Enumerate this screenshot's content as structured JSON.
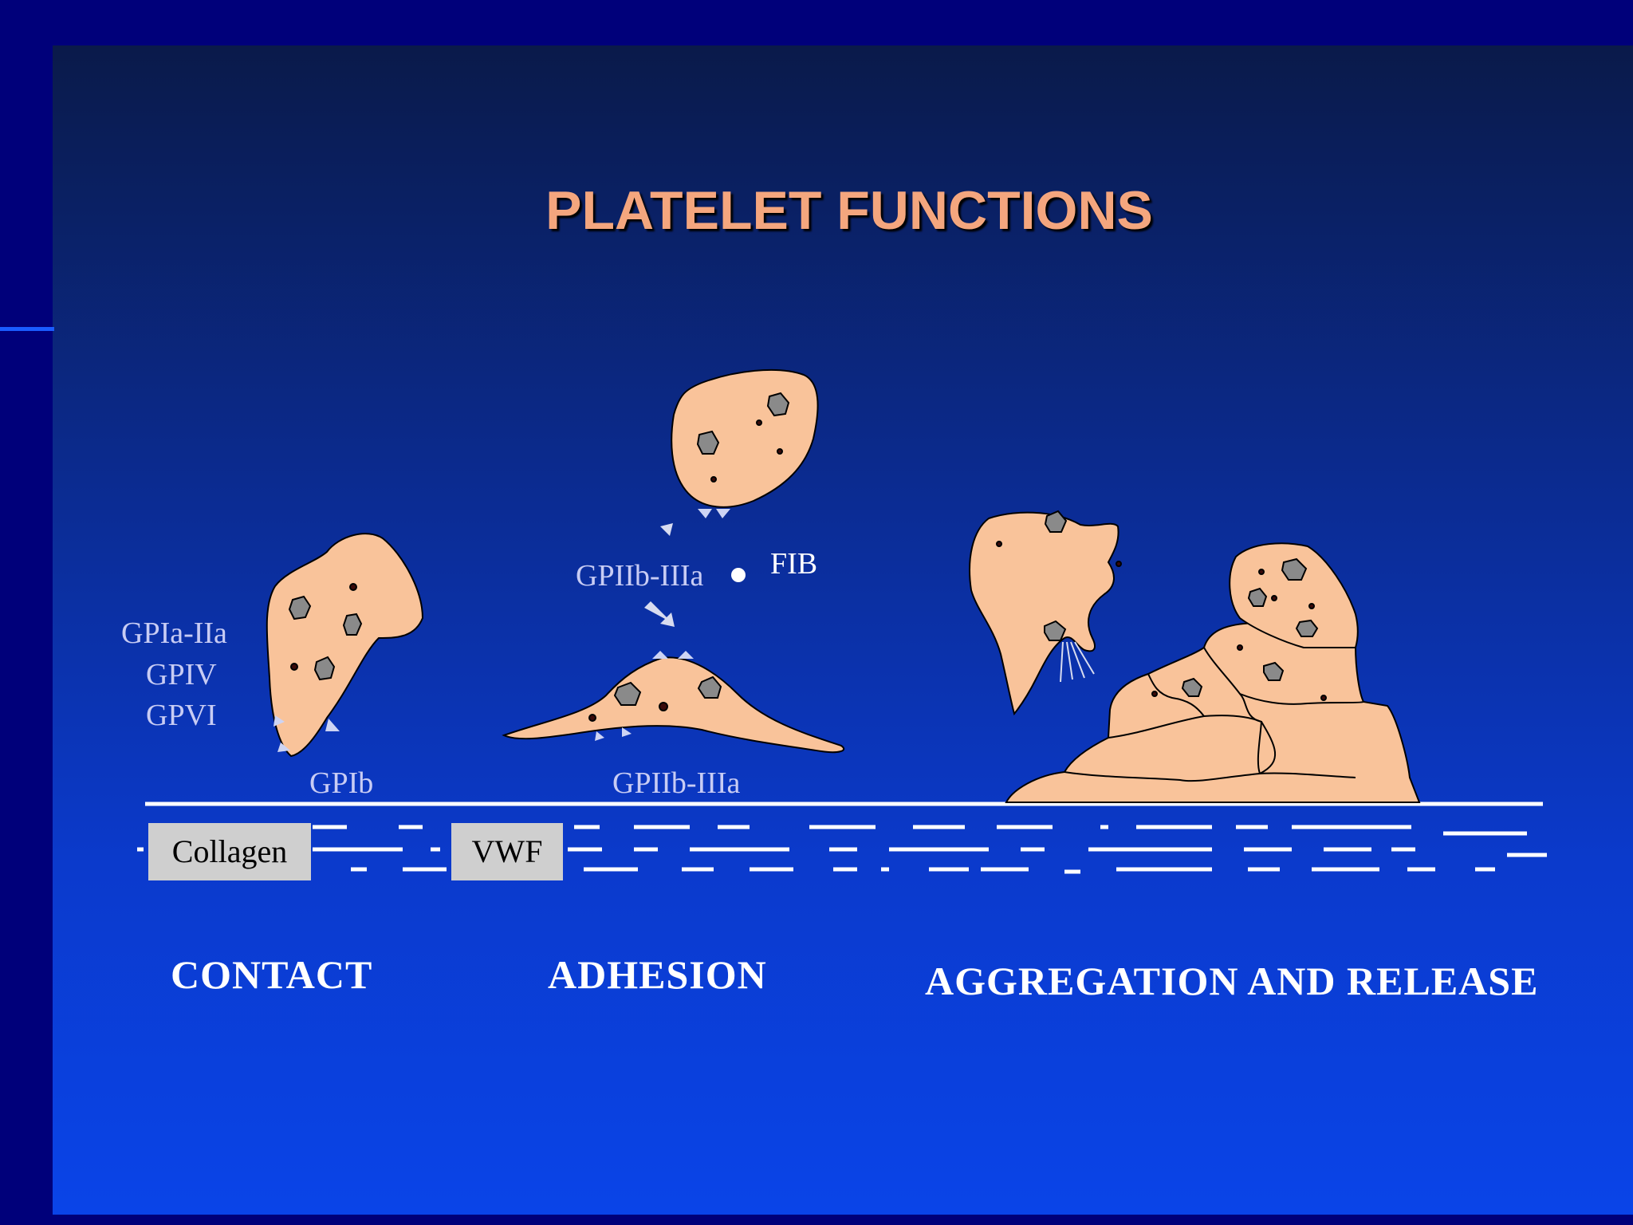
{
  "title": "PLATELET FUNCTIONS",
  "labels": {
    "gpia_iia": "GPIa-IIa",
    "gpiv": "GPIV",
    "gpvi": "GPVI",
    "gpib": "GPIb",
    "gpiib_iiia_upper": "GPIIb-IIIa",
    "fib": "FIB",
    "gpiib_iiia_lower": "GPIIb-IIIa"
  },
  "boxes": {
    "collagen": "Collagen",
    "vwf": "VWF"
  },
  "stages": {
    "contact": "CONTACT",
    "adhesion": "ADHESION",
    "aggregation": "AGGREGATION AND RELEASE"
  },
  "colors": {
    "platelet": "#f9c39a",
    "granule": "#8a8a8a",
    "dot": "#3a0a0a",
    "title": "#f4a67e"
  }
}
